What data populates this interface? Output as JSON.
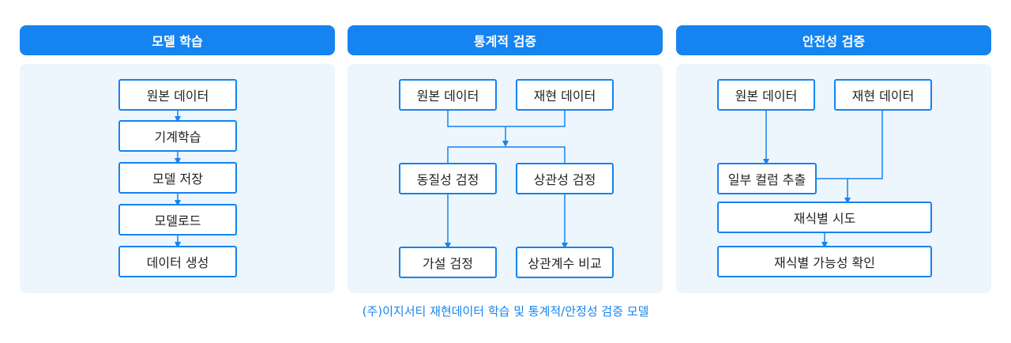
{
  "columns": [
    {
      "title": "모델 학습",
      "boxes": [
        "원본 데이터",
        "기계학습",
        "모델 저장",
        "모델로드",
        "데이터 생성"
      ]
    },
    {
      "title": "통계적 검증",
      "boxes": [
        "원본 데이터",
        "재현 데이터",
        "동질성 검정",
        "상관성 검정",
        "가설 검정",
        "상관계수 비교"
      ]
    },
    {
      "title": "안전성 검증",
      "boxes": [
        "원본 데이터",
        "재현 데이터",
        "일부 컬럼 추출",
        "재식별 시도",
        "재식별 가능성 확인"
      ]
    }
  ],
  "caption": "(주)이지서티 재현데이터 학습 및 통계적/안정성 검증 모델",
  "colors": {
    "accent": "#1584f0",
    "panel": "#edf5fd"
  }
}
